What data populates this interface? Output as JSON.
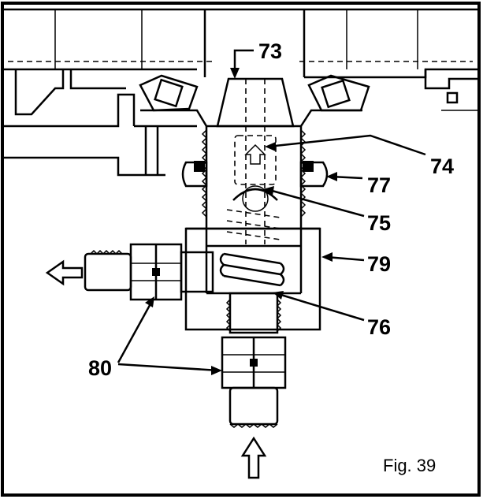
{
  "figure": {
    "caption": "Fig. 39",
    "callouts": {
      "c73": "73",
      "c74": "74",
      "c75": "75",
      "c77": "77",
      "c79": "79",
      "c76": "76",
      "c80": "80"
    }
  }
}
